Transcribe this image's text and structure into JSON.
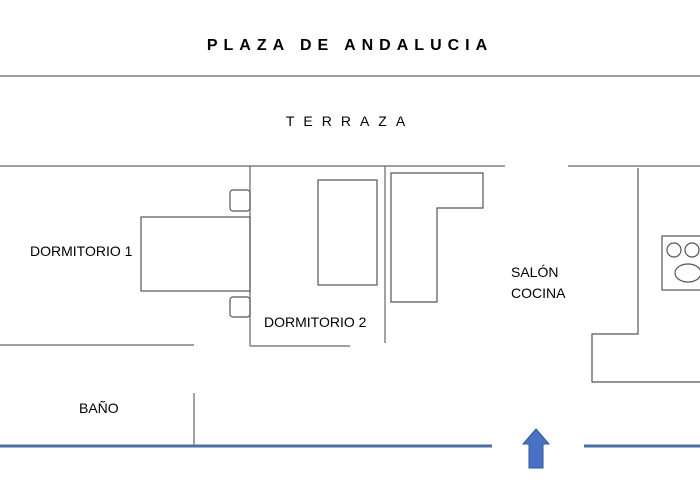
{
  "plan": {
    "title": "PLAZA DE ANDALUCIA",
    "terrace": "TERRAZA",
    "rooms": {
      "bedroom1": "DORMITORIO 1",
      "bedroom2": "DORMITORIO 2",
      "living_kitchen_line1": "SALÓN",
      "living_kitchen_line2": "COCINA",
      "bathroom": "BAÑO"
    },
    "icons": {
      "entrance": "arrow-up-icon",
      "stove": "stove-icon"
    },
    "colors": {
      "wall": "#555555",
      "facade": "#4a6fa5",
      "arrow": "#4a72c4",
      "arrow_stroke": "#2f5597"
    }
  }
}
